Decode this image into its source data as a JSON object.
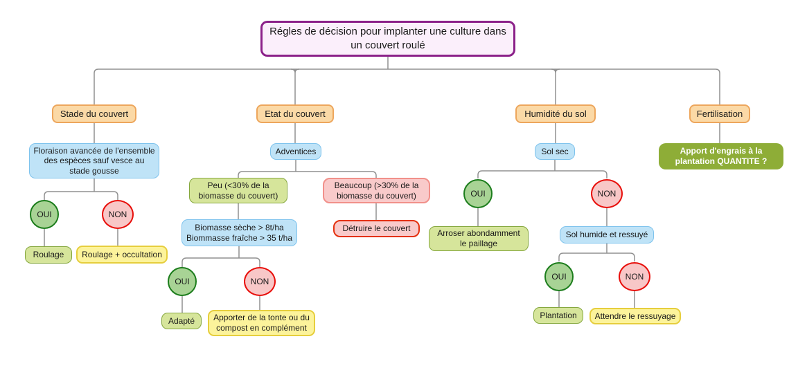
{
  "title": "Régles de décision pour implanter une culture dans un couvert roulé",
  "tree": {
    "stade": {
      "header": "Stade du couvert",
      "condition": "Floraison avancée de l'ensemble des espèces sauf vesce au stade gousse",
      "oui": {
        "label": "OUI",
        "result": "Roulage"
      },
      "non": {
        "label": "NON",
        "result": "Roulage + occultation"
      }
    },
    "etat": {
      "header": "Etat du couvert",
      "condition": "Adventices",
      "peu": {
        "label": "Peu (<30% de la biomasse du couvert)",
        "condition": "Biomasse sèche > 8t/ha\nBiommasse fraîche > 35 t/ha",
        "oui": {
          "label": "OUI",
          "result": "Adapté"
        },
        "non": {
          "label": "NON",
          "result": "Apporter de la tonte ou du compost en complément"
        }
      },
      "beaucoup": {
        "label": "Beaucoup (>30% de la biomasse du couvert)",
        "result": "Détruire le couvert"
      }
    },
    "humidite": {
      "header": "Humidité du sol",
      "condition": "Sol sec",
      "oui": {
        "label": "OUI",
        "result": "Arroser abondamment le paillage"
      },
      "non": {
        "label": "NON",
        "condition": "Sol humide et ressuyé",
        "oui": {
          "label": "OUI",
          "result": "Plantation"
        },
        "non": {
          "label": "NON",
          "result": "Attendre le ressuyage"
        }
      }
    },
    "fertilisation": {
      "header": "Fertilisation",
      "result": "Apport d'engrais à la plantation QUANTITE ?"
    }
  },
  "colors": {
    "title_border": "#8b2089",
    "title_fill": "#fbeffb",
    "category_fill": "#fbd9a6",
    "category_border": "#eda65c",
    "info_fill": "#bfe3f7",
    "info_border": "#7ec3ed",
    "green_fill": "#d6e59b",
    "green_border": "#85a73e",
    "yellow_fill": "#fcf39b",
    "yellow_border": "#e6ce3d",
    "pink_fill": "#f9caca",
    "pink_border": "#f1908a",
    "red_border": "#e4310f",
    "oui_fill": "#a8d395",
    "oui_border": "#1c7d1c",
    "non_fill": "#f8c7c7",
    "non_border": "#e8100c",
    "olive_fill": "#8ead37",
    "connector": "#909090"
  }
}
